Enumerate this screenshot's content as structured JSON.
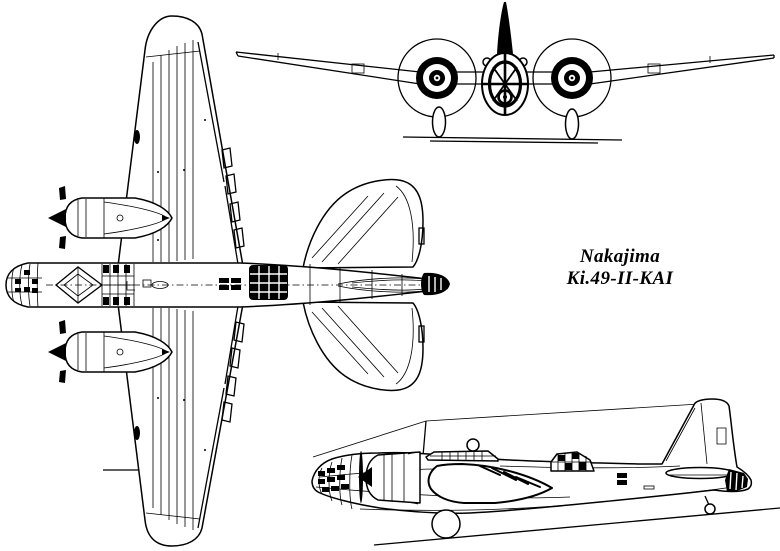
{
  "page": {
    "background_color": "#ffffff",
    "line_color": "#000000"
  },
  "title_label": {
    "line1": "Nakajima",
    "line2": "Ki.49-II-KAI"
  },
  "views": {
    "top": {
      "name": "top-plan-view"
    },
    "front": {
      "name": "front-view"
    },
    "side": {
      "name": "side-profile-view"
    }
  }
}
